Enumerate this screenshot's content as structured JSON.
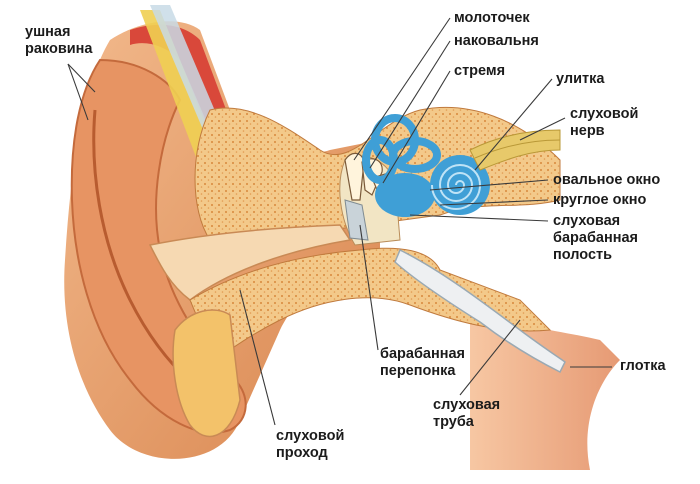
{
  "labels": {
    "pinna": [
      "ушная",
      "раковина"
    ],
    "malleus": "молоточек",
    "incus": "наковальня",
    "stapes": "стремя",
    "cochlea": "улитка",
    "auditory_nerve": [
      "слуховой",
      "нерв"
    ],
    "oval_window": "овальное окно",
    "round_window": "круглое окно",
    "tympanic_cavity": [
      "слуховая",
      "барабанная",
      "полость"
    ],
    "pharynx": "глотка",
    "eardrum": [
      "барабанная",
      "перепонка"
    ],
    "eustachian_tube": [
      "слуховая",
      "труба"
    ],
    "ear_canal": [
      "слуховой",
      "проход"
    ]
  },
  "colors": {
    "skin": "#eda878",
    "skin_dark": "#c9683a",
    "bone": "#f3c98a",
    "bone_dots": "#d8883c",
    "inner_ear": "#3f9fd6",
    "canal": "#f6d9b2",
    "muscle_red": "#d8493c",
    "nerve_yellow": "#f0cf52"
  }
}
